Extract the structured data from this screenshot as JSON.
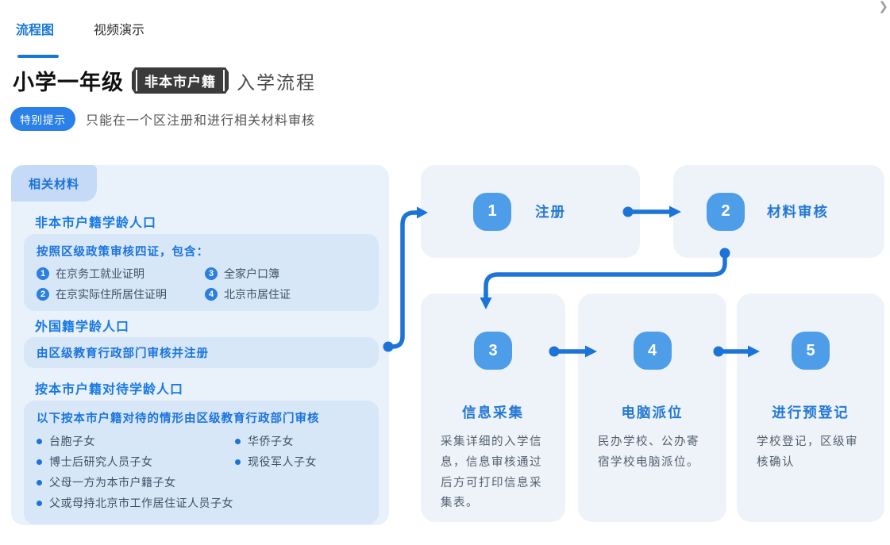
{
  "page": {
    "corner_chevron_icon": "❯"
  },
  "tabs": [
    {
      "label": "流程图",
      "active": true
    },
    {
      "label": "视频演示",
      "active": false
    }
  ],
  "title": {
    "main": "小学一年级",
    "badge": "非本市户籍",
    "suffix": "入学流程"
  },
  "tip": {
    "badge": "特别提示",
    "text": "只能在一个区注册和进行相关材料审核"
  },
  "materials_panel": {
    "badge": "相关材料",
    "sections": [
      {
        "heading": "非本市户籍学龄人口",
        "box_header": "按照区级政策审核四证，包含：",
        "numbered_items": [
          {
            "num": "1",
            "text": "在京务工就业证明"
          },
          {
            "num": "3",
            "text": "全家户口簿"
          },
          {
            "num": "2",
            "text": "在京实际住所居住证明"
          },
          {
            "num": "4",
            "text": "北京市居住证"
          }
        ]
      },
      {
        "heading": "外国籍学龄人口",
        "box_text": "由区级教育行政部门审核并注册"
      },
      {
        "heading": "按本市户籍对待学龄人口",
        "box_header": "以下按本市户籍对待的情形由区级教育行政部门审核",
        "bullets_left": [
          "台胞子女",
          "博士后研究人员子女",
          "父母一方为本市户籍子女",
          "父或母持北京市工作居住证人员子女"
        ],
        "bullets_right": [
          "华侨子女",
          "现役军人子女"
        ]
      }
    ]
  },
  "flow": {
    "steps": [
      {
        "number": "1",
        "label": "注册",
        "description": ""
      },
      {
        "number": "2",
        "label": "材料审核",
        "description": ""
      },
      {
        "number": "3",
        "label": "信息采集",
        "description": "采集详细的入学信息，信息审核通过后方可打印信息采集表。"
      },
      {
        "number": "4",
        "label": "电脑派位",
        "description": "民办学校、公办寄宿学校电脑派位。"
      },
      {
        "number": "5",
        "label": "进行预登记",
        "description": "学校登记，区级审核确认"
      }
    ]
  },
  "colors": {
    "accent": "#1878d8",
    "arrow": "#1c73d8",
    "squircle": "#4e9de8",
    "panel-bg": "#e9f1fb",
    "box-bg": "#d8e7f8",
    "badge-bg": "#c5daf6",
    "card-bg": "#eef3fa",
    "dark-badge": "#3b3b3b",
    "heading-blue": "#1879e4",
    "body-slate": "#3d5166",
    "desc-gray": "#53606e"
  }
}
